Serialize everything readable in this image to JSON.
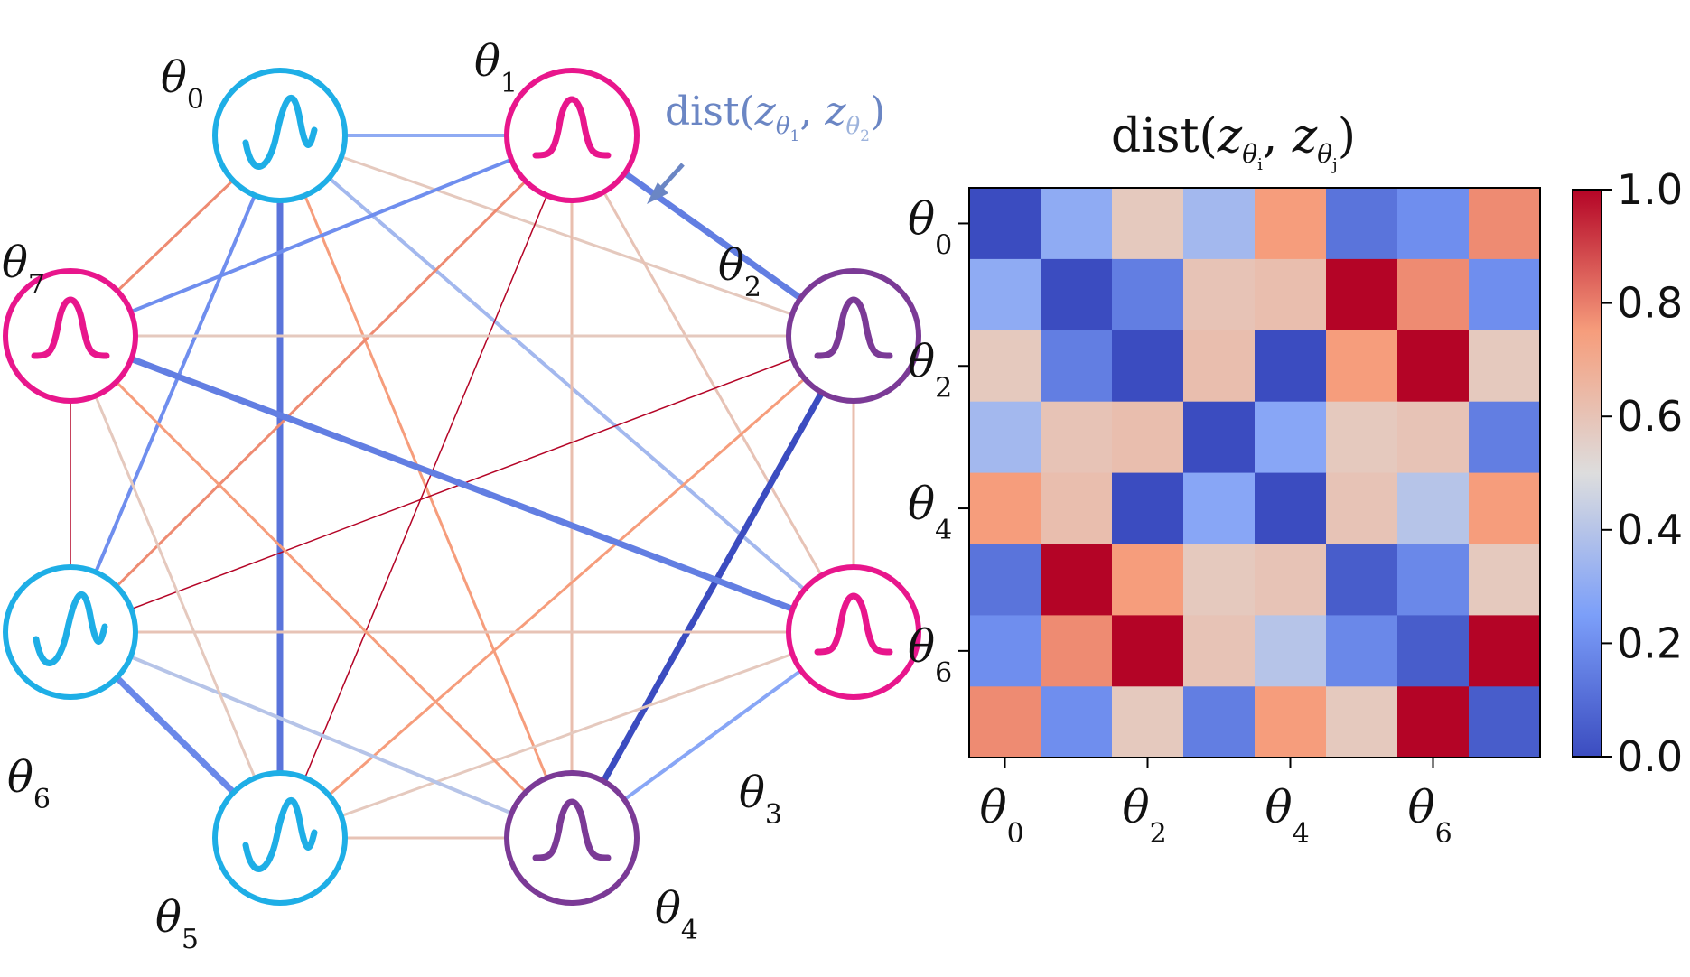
{
  "nodes": [
    {
      "id": 0,
      "label": "θ",
      "sub": "0",
      "color": "#1eaee6",
      "wave": "sine"
    },
    {
      "id": 1,
      "label": "θ",
      "sub": "1",
      "color": "#e8168c",
      "wave": "bump"
    },
    {
      "id": 2,
      "label": "θ",
      "sub": "2",
      "color": "#7b3a96",
      "wave": "bump"
    },
    {
      "id": 3,
      "label": "θ",
      "sub": "3",
      "color": "#e8168c",
      "wave": "bump"
    },
    {
      "id": 4,
      "label": "θ",
      "sub": "4",
      "color": "#7b3a96",
      "wave": "bump"
    },
    {
      "id": 5,
      "label": "θ",
      "sub": "5",
      "color": "#1eaee6",
      "wave": "sine"
    },
    {
      "id": 6,
      "label": "θ",
      "sub": "6",
      "color": "#1eaee6",
      "wave": "sine"
    },
    {
      "id": 7,
      "label": "θ",
      "sub": "7",
      "color": "#e8168c",
      "wave": "bump"
    }
  ],
  "annotation": {
    "prefix": "dist(",
    "z": "z",
    "theta": "θ",
    "sub_a": "1",
    "sub_b": "2",
    "sep": ", ",
    "suffix": ")",
    "color": "#6b86c4"
  },
  "heatmap_title": {
    "prefix": "dist(",
    "z": "z",
    "theta": "θ",
    "sub_a": "i",
    "sub_b": "j",
    "sep": ", ",
    "suffix": ")"
  },
  "chart_data": {
    "type": "heatmap",
    "title": "dist(zθi, zθj)",
    "rows": 8,
    "cols": 8,
    "x_tick_labels": [
      {
        "index": 0,
        "label": "θ",
        "sub": "0"
      },
      {
        "index": 2,
        "label": "θ",
        "sub": "2"
      },
      {
        "index": 4,
        "label": "θ",
        "sub": "4"
      },
      {
        "index": 6,
        "label": "θ",
        "sub": "6"
      }
    ],
    "y_tick_labels": [
      {
        "index": 0,
        "label": "θ",
        "sub": "0"
      },
      {
        "index": 2,
        "label": "θ",
        "sub": "2"
      },
      {
        "index": 4,
        "label": "θ",
        "sub": "4"
      },
      {
        "index": 6,
        "label": "θ",
        "sub": "6"
      }
    ],
    "values": [
      [
        0.0,
        0.3,
        0.58,
        0.35,
        0.75,
        0.12,
        0.2,
        0.78
      ],
      [
        0.3,
        0.0,
        0.15,
        0.6,
        0.62,
        1.0,
        0.78,
        0.2
      ],
      [
        0.58,
        0.15,
        0.0,
        0.62,
        0.0,
        0.75,
        1.0,
        0.58
      ],
      [
        0.35,
        0.6,
        0.62,
        0.0,
        0.28,
        0.58,
        0.6,
        0.15
      ],
      [
        0.75,
        0.62,
        0.0,
        0.28,
        0.0,
        0.6,
        0.4,
        0.75
      ],
      [
        0.12,
        1.0,
        0.75,
        0.58,
        0.6,
        0.05,
        0.18,
        0.58
      ],
      [
        0.2,
        0.78,
        1.0,
        0.6,
        0.4,
        0.18,
        0.05,
        1.0
      ],
      [
        0.78,
        0.2,
        0.58,
        0.15,
        0.75,
        0.58,
        1.0,
        0.05
      ]
    ],
    "colormap": "coolwarm",
    "vmin": 0.0,
    "vmax": 1.0,
    "colorbar_ticks": [
      "0.0",
      "0.2",
      "0.4",
      "0.6",
      "0.8",
      "1.0"
    ]
  }
}
